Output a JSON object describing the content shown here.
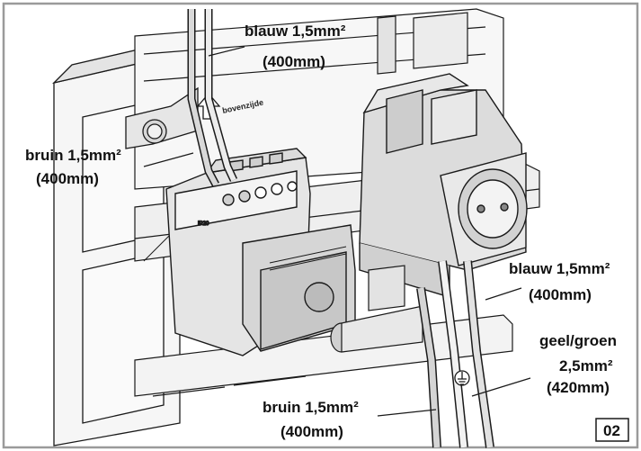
{
  "labels": {
    "top_blue_a": "blauw 1,5mm²",
    "top_blue_b": "(400mm)",
    "left_brown_a": "bruin 1,5mm²",
    "left_brown_b": "(400mm)",
    "right_blue_a": "blauw 1,5mm²",
    "right_blue_b": "(400mm)",
    "right_green_a": "geel/groen",
    "right_green_b": "2,5mm²",
    "right_green_c": "(420mm)",
    "bottom_brown_a": "bruin 1,5mm²",
    "bottom_brown_b": "(400mm)",
    "arrow_text": "bovenzijde",
    "figure_number": "02"
  },
  "colors": {
    "frame_border": "#9a9a9a",
    "housing_fill": "#e9e9e9",
    "housing_dark": "#bdbdbd",
    "line": "#1a1a1a"
  },
  "icons": {
    "ground": "earth-ground-icon",
    "arrow": "up-arrow-icon"
  }
}
